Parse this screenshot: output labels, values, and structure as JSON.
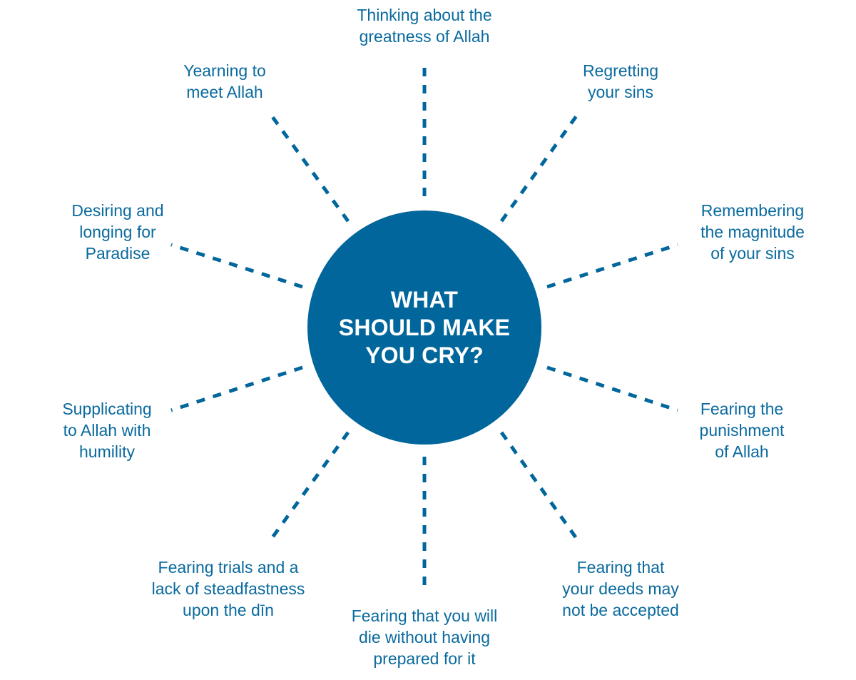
{
  "colors": {
    "primary": "#00669b",
    "text": "#0a6a9e",
    "background": "#ffffff"
  },
  "center": {
    "label": "WHAT\nSHOULD MAKE\nYOU CRY?"
  },
  "nodes": [
    {
      "id": "top",
      "label": "Thinking about the\ngreatness of Allah"
    },
    {
      "id": "top-right",
      "label": "Regretting\nyour sins"
    },
    {
      "id": "right-upper",
      "label": "Remembering\nthe magnitude\nof your sins"
    },
    {
      "id": "right-lower",
      "label": "Fearing the\npunishment\nof Allah"
    },
    {
      "id": "bottom-right",
      "label": "Fearing that\nyour deeds may\nnot be accepted"
    },
    {
      "id": "bottom",
      "label": "Fearing that you will\ndie without having\nprepared for it"
    },
    {
      "id": "bottom-left",
      "label": "Fearing trials and a\nlack of steadfastness\nupon the dīn"
    },
    {
      "id": "left-lower",
      "label": "Supplicating\nto Allah with\nhumility"
    },
    {
      "id": "left-upper",
      "label": "Desiring and\nlonging for\nParadise"
    },
    {
      "id": "top-left",
      "label": "Yearning to\nmeet Allah"
    }
  ]
}
